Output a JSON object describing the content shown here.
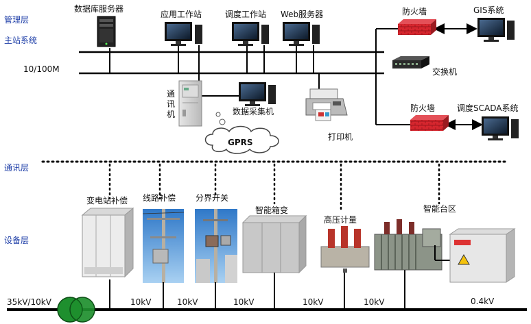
{
  "layers": {
    "management": "管理层",
    "master_station": "主站系统",
    "network_speed": "10/100M",
    "communication": "通讯层",
    "device": "设备层"
  },
  "main_station": {
    "db_server": "数据库服务器",
    "app_workstation": "应用工作站",
    "dispatch_workstation": "调度工作站",
    "web_server": "Web服务器",
    "firewall_top": "防火墙",
    "gis_system": "GIS系统",
    "switch": "交换机",
    "comm_machine": "通讯机",
    "data_collector": "数据采集机",
    "gprs": "GPRS",
    "printer": "打印机",
    "firewall_bottom": "防火墙",
    "scada_system": "调度SCADA系统"
  },
  "devices": {
    "substation_comp": "变电站补偿",
    "line_comp": "线路补偿",
    "boundary_switch": "分界开关",
    "smart_box_transformer": "智能箱变",
    "hv_metering": "高压计量",
    "smart_station_area": "智能台区"
  },
  "voltages": {
    "source": "35kV/10kV",
    "v1": "10kV",
    "v2": "10kV",
    "v3": "10kV",
    "v4": "10kV",
    "v5": "10kV",
    "low": "0.4kV"
  },
  "colors": {
    "layer_label": "#1f3fa8",
    "firewall": "#d6262e",
    "transformer": "#1e8f2e",
    "line": "#000000"
  }
}
